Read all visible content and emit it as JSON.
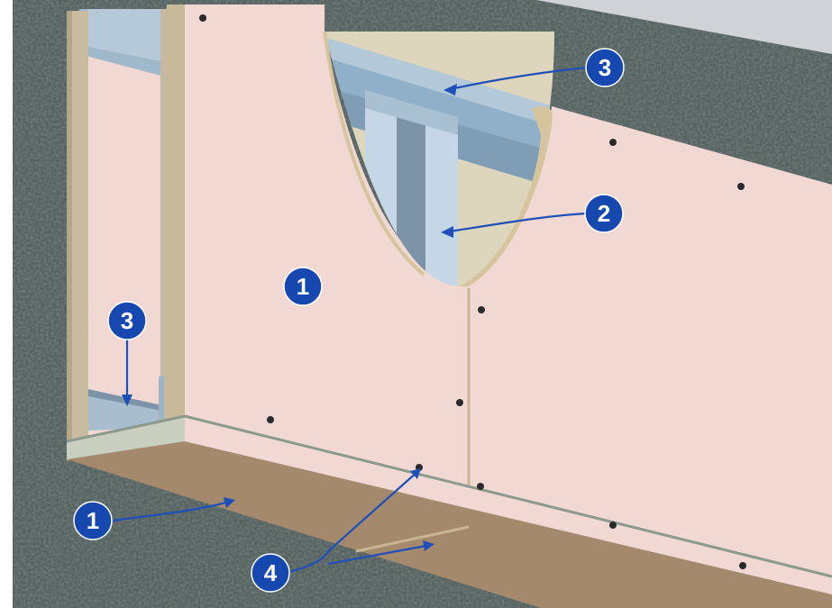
{
  "colors": {
    "plaster": "#4d5a5c",
    "board_face": "#f1d8d3",
    "board_edge": "#d9c7a8",
    "board_underside": "#a5896c",
    "cavity": "#ddd6bc",
    "profile_light": "#c5d6e6",
    "profile_mid": "#8fb0c8",
    "profile_dark": "#7d94a8",
    "marker_fill": "#1748b0",
    "arrow": "#1f4fb8",
    "screw": "#2a2a2a"
  },
  "markers": {
    "m1_board": {
      "num": "1",
      "meaning": "board"
    },
    "m1_underside": {
      "num": "1",
      "meaning": "board"
    },
    "m2_profile": {
      "num": "2",
      "meaning": "stud"
    },
    "m3_top": {
      "num": "3",
      "meaning": "track"
    },
    "m3_bottom": {
      "num": "3",
      "meaning": "track"
    },
    "m4_joint": {
      "num": "4",
      "meaning": "joint"
    }
  }
}
